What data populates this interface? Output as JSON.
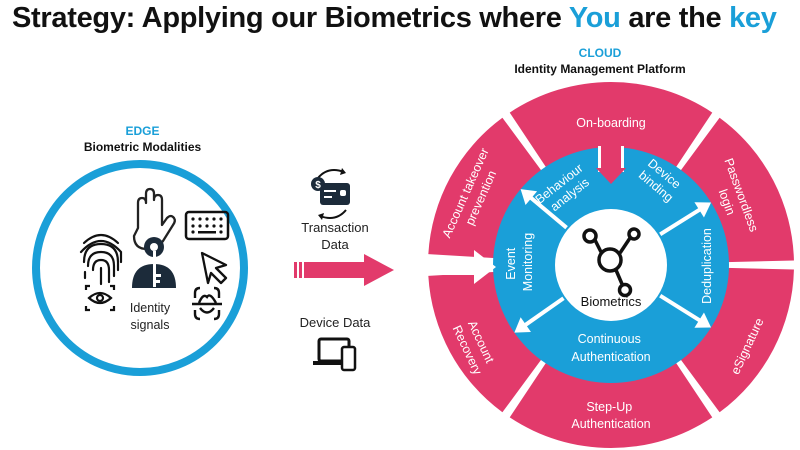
{
  "title": {
    "part1": "Strategy: Applying our Biometrics where ",
    "highlight1": "You",
    "part2": " are the ",
    "highlight2": "key"
  },
  "colors": {
    "accent_blue": "#1a9fd8",
    "magenta": "#e23a6b",
    "dark": "#1c2b3a"
  },
  "edge": {
    "heading": "EDGE",
    "subheading": "Biometric Modalities",
    "center_label_line1": "Identity",
    "center_label_line2": "signals",
    "icons": [
      "fingerprint-icon",
      "hand-palm-icon",
      "keyboard-icon",
      "person-key-icon",
      "cursor-arrow-icon",
      "eye-scan-icon",
      "face-scan-icon"
    ]
  },
  "middle": {
    "transaction_line1": "Transaction",
    "transaction_line2": "Data",
    "device": "Device Data"
  },
  "cloud": {
    "heading": "CLOUD",
    "subheading": "Identity Management Platform",
    "core_label": "Biometrics",
    "inner_ring": {
      "behaviour_line1": "Behaviour",
      "behaviour_line2": "analysis",
      "device_line1": "Device",
      "device_line2": "binding",
      "dedup": "Deduplication",
      "continuous_line1": "Continuous",
      "continuous_line2": "Authentication",
      "event_line1": "Event",
      "event_line2": "Monitoring"
    },
    "outer_ring": {
      "onboarding": "On-boarding",
      "passwordless_line1": "Passwordless",
      "passwordless_line2": "login",
      "esignature": "eSignature",
      "stepup_line1": "Step-Up",
      "stepup_line2": "Authentication",
      "recovery_line1": "Account",
      "recovery_line2": "Recovery",
      "takeover_line1": "Account takeover",
      "takeover_line2": "prevention"
    }
  }
}
